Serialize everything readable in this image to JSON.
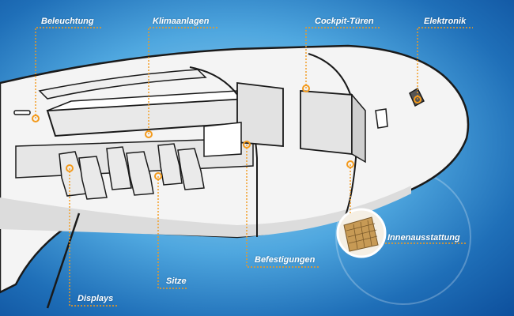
{
  "diagram": {
    "labels": {
      "lighting": "Beleuchtung",
      "air_conditioning": "Klimaanlagen",
      "cockpit_doors": "Cockpit-Türen",
      "electronics": "Elektronik",
      "interior": "Innenausstattung",
      "fastenings": "Befestigungen",
      "seats": "Sitze",
      "displays": "Displays"
    },
    "colors": {
      "leader_line": "#f39a1c",
      "label_text": "#ffffff",
      "outline": "#1a1a1a",
      "fuselage_fill": "#f4f4f4"
    }
  }
}
